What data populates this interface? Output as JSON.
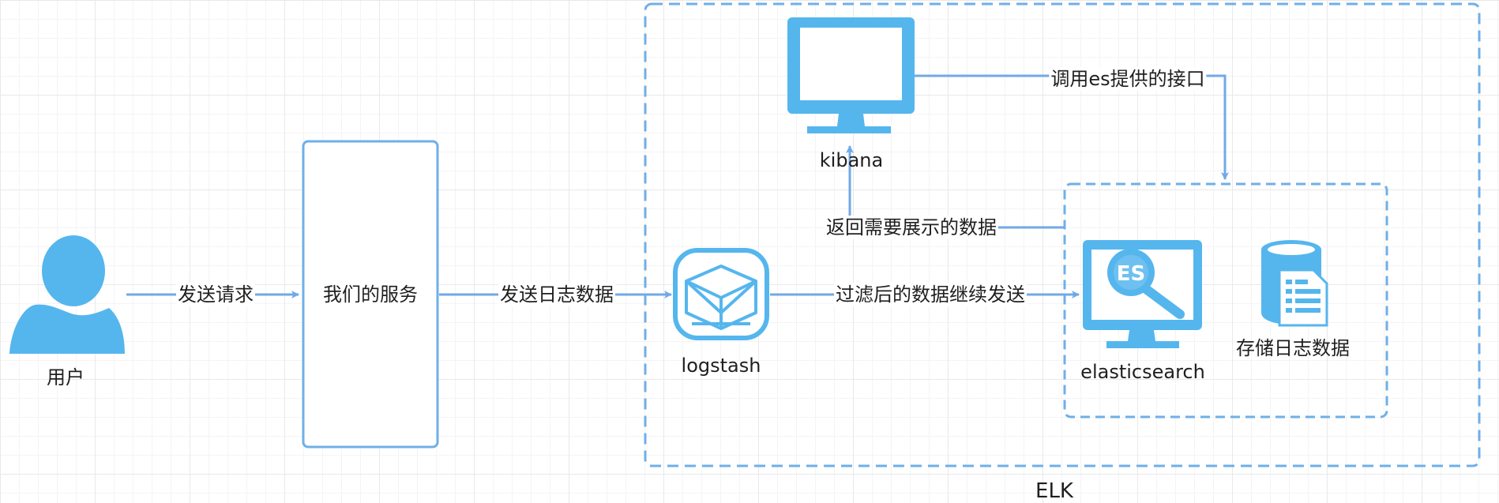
{
  "nodes": {
    "user": "用户",
    "service": "我们的服务",
    "logstash": "logstash",
    "kibana": "kibana",
    "elasticsearch": "elasticsearch",
    "es_logo_text": "ES",
    "storage": "存储日志数据",
    "group": "ELK"
  },
  "edges": {
    "send_request": "发送请求",
    "send_logs": "发送日志数据",
    "forward_filtered": "过滤后的数据继续发送",
    "return_display": "返回需要展示的数据",
    "call_es_api": "调用es提供的接口"
  },
  "colors": {
    "accent": "#55b6ee",
    "stroke": "#6fafe8",
    "line": "#71a9e6",
    "text": "#1f1f1f"
  }
}
